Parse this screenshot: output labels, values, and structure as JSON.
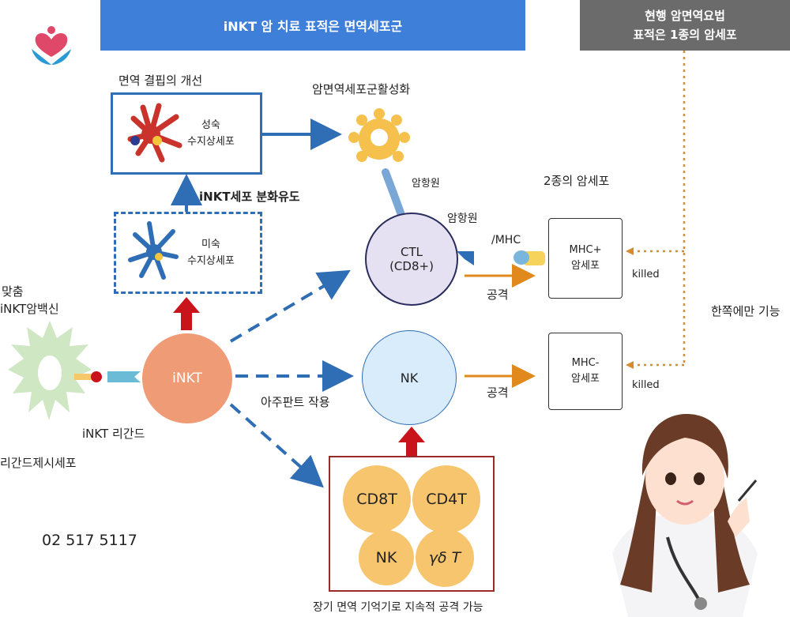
{
  "header": {
    "title": "iNKT 암 치료 표적은 면역세포군",
    "current_therapy_line1": "현행 암면역요법",
    "current_therapy_line2": "표적은 1종의 암세포"
  },
  "left": {
    "vaccine_line1": "맞춤",
    "vaccine_line2": "iNKT암백신",
    "ligand_label": "iNKT 리간드",
    "presenting_cell": "리간드제시세포",
    "phone": "02 517 5117"
  },
  "dendritic": {
    "improve_label": "면역 결핍의 개선",
    "mature_line1": "성숙",
    "mature_line2": "수지상세포",
    "induce_label": "iNKT세포 분화유도",
    "immature_line1": "미숙",
    "immature_line2": "수지상세포"
  },
  "center": {
    "activation_label": "암면역세포군활성화",
    "antigen_label_1": "암항원",
    "antigen_label_2": "암항원",
    "inkt": "iNKT",
    "ctl_line1": "CTL",
    "ctl_line2": "(CD8+)",
    "nk": "NK",
    "adjuvant": "아주판트 작용",
    "attack_1": "공격",
    "attack_2": "공격"
  },
  "memory": {
    "cells": [
      "CD8T",
      "CD4T",
      "NK",
      "γδ T"
    ],
    "caption": "장기 면역 기억기로 지속적 공격 가능"
  },
  "right": {
    "two_types": "2종의 암세포",
    "mhc_label": "/MHC",
    "mhc_pos_line1": "MHC+",
    "mhc_pos_line2": "암세포",
    "mhc_neg_line1": "MHC-",
    "mhc_neg_line2": "암세포",
    "killed_1": "killed",
    "killed_2": "killed",
    "one_side": "한쪽에만 기능"
  }
}
